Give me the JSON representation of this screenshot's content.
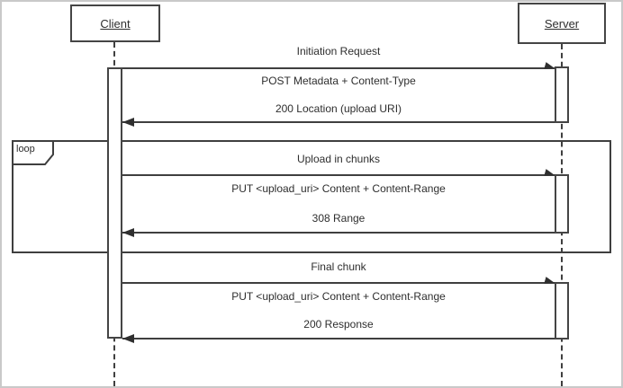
{
  "diagram": {
    "actors": [
      {
        "name": "Client"
      },
      {
        "name": "Server"
      }
    ],
    "loop_label": "loop",
    "sections": [
      {
        "label": "Initiation Request",
        "request": "POST Metadata + Content-Type",
        "response": "200 Location (upload URI)"
      },
      {
        "label": "Upload in chunks",
        "request": "PUT <upload_uri> Content + Content-Range",
        "response": "308 Range"
      },
      {
        "label": "Final chunk",
        "request": "PUT <upload_uri> Content + Content-Range",
        "response": "200 Response"
      }
    ],
    "colors": {
      "line": "#3f3f3f",
      "box_border": "#454545",
      "outer_border": "#c9c9c9",
      "background": "#ffffff",
      "text": "#2e2e2e"
    }
  }
}
